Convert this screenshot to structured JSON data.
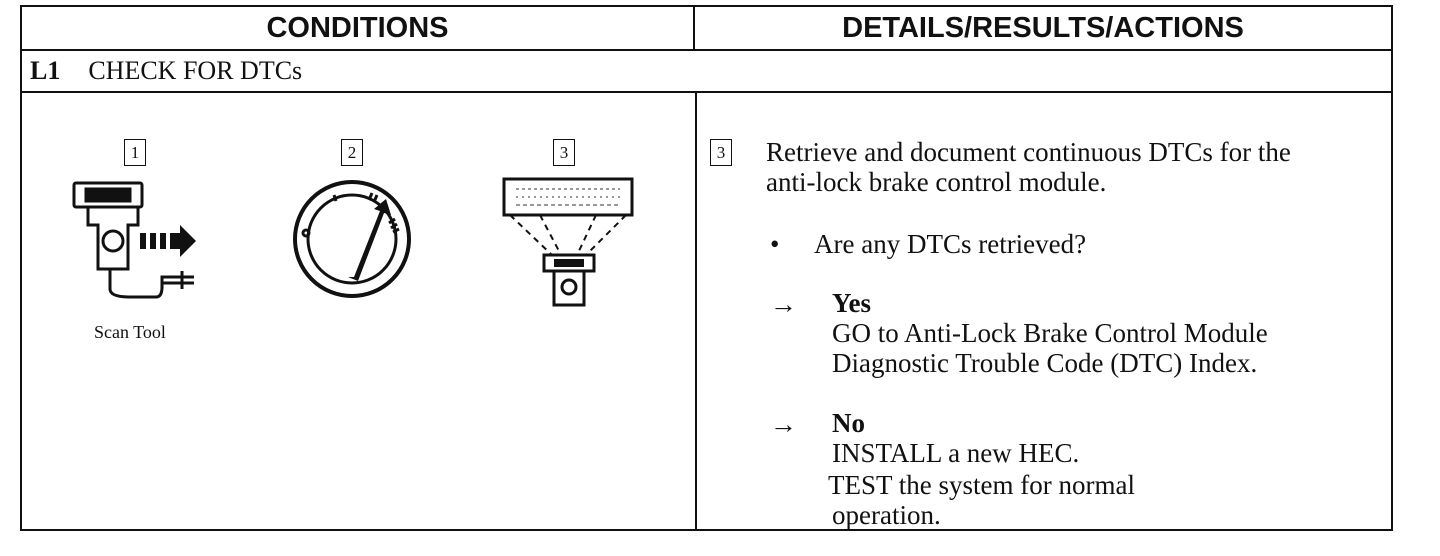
{
  "headers": {
    "conditions": "CONDITIONS",
    "details": "DETAILS/RESULTS/ACTIONS"
  },
  "step": {
    "number": "L1",
    "title": "CHECK FOR DTCs"
  },
  "left": {
    "labels": [
      "1",
      "2",
      "3"
    ],
    "scan_tool_caption": "Scan Tool",
    "icons": [
      "scan-tool-connect-icon",
      "ignition-switch-icon",
      "scan-tool-display-icon"
    ]
  },
  "right": {
    "step_label": "3",
    "instruction_line1": "Retrieve and document continuous DTCs for the",
    "instruction_line2": "anti-lock brake control module.",
    "bullet": "•",
    "question": "Are any DTCs retrieved?",
    "arrow": "→",
    "yes": {
      "label": "Yes",
      "line1": "GO to Anti-Lock Brake Control Module",
      "line2": "Diagnostic Trouble Code (DTC) Index."
    },
    "no": {
      "label": "No",
      "line1": "INSTALL a new HEC.",
      "line2": "TEST the system for normal",
      "line3": "operation."
    }
  }
}
